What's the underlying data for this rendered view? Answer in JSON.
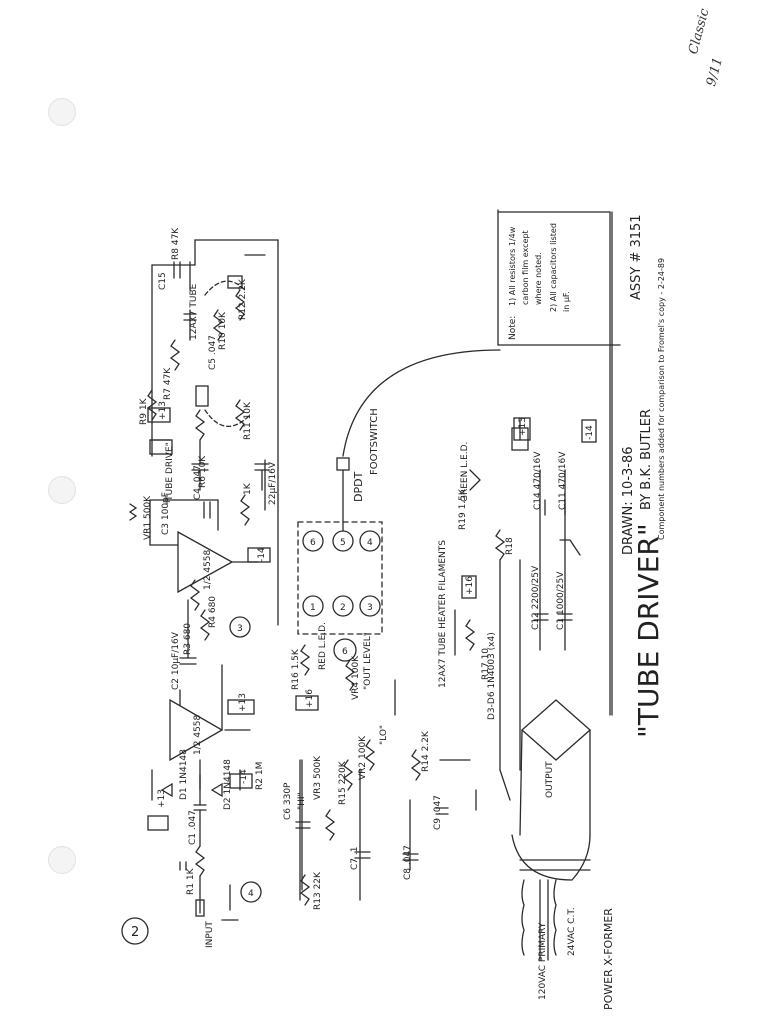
{
  "page_number": "2",
  "corner_note": {
    "line1": "Classic",
    "line2": "9/11"
  },
  "title": "\"TUBE DRIVER\"",
  "assy": "ASSY # 3151",
  "drawn": "DRAWN: 10-3-86",
  "by": "BY B.K. BUTLER",
  "comment": "Component numbers added for comparison to Fromel's copy - 2-24-89",
  "notes": {
    "head": "Note:",
    "line1": "1) All resistors 1/4w",
    "line2": "carbon film except",
    "line3": "where noted.",
    "line4": "2) All capacitors listed",
    "line5": "in µF."
  },
  "labels": {
    "input": "INPUT",
    "output": "OUTPUT",
    "dpdt": "DPDT",
    "footswitch": "FOOTSWITCH",
    "power_xformer": "POWER X-FORMER",
    "primary": "120VAC PRIMARY",
    "secondary": "24VAC C.T.",
    "tube": "12AX7 TUBE",
    "heater": "12AX7 TUBE HEATER FILAMENTS",
    "red_led": "RED L.E.D.",
    "green_led": "GREEN L.E.D.",
    "d3d6": "D3-D6 1N4003 (x4)",
    "tube_drive": "\"TUBE DRIVE\"",
    "hi": "\"HI\"",
    "lo": "\"LO\"",
    "out_level": "\"OUT LEVEL\""
  },
  "components": {
    "r1": "R1 1K",
    "c1": "C1 .047",
    "d1": "D1 1N4148",
    "d2": "D2 1N4148",
    "r2": "R2 1M",
    "u1a": "1/2 4558",
    "u1b": "1/2 4558",
    "c2": "C2 10µF/16V",
    "r3": "R3 680",
    "r4": "R4 680",
    "c3": "C3 100pF",
    "vr1": "VR1 500K",
    "c4": "C4 .047",
    "r5": "1K",
    "r6": "R6 10K",
    "c6": "C6 330P",
    "vr3": "VR3 500K",
    "r15": "R15 220K",
    "vr2": "VR2 100K",
    "r14": "R14 2.2K",
    "c7": "C7 .1",
    "c8": "C8 .047",
    "c9": "C9 .047",
    "r13": "R13 22K",
    "r16": "R16 1.5K",
    "vr4": "VR4 100K",
    "r7": "R7 47K",
    "r9": "R9 1K",
    "c5": "C5 .047",
    "r10": "R10 10K",
    "r11": "R11 10K",
    "r12": "R12 2.2K",
    "c15": "C15",
    "r8": "R8 47K",
    "c10": "22µF/16V",
    "r17": "R17 10",
    "r18": "R18",
    "r19": "R19 1.5K",
    "c12": "C12 2200/25V",
    "c1x": "C1 1000/25V",
    "c14": "C14 470/16V",
    "c11": "C11 470/16V",
    "rail_p13": "+13",
    "rail_m14": "-14",
    "rail_p16": "+16",
    "node3": "3",
    "node4": "4",
    "node6": "6",
    "sw1": "1",
    "sw2": "2",
    "sw3": "3",
    "sw4": "4",
    "sw5": "5",
    "sw6": "6"
  }
}
